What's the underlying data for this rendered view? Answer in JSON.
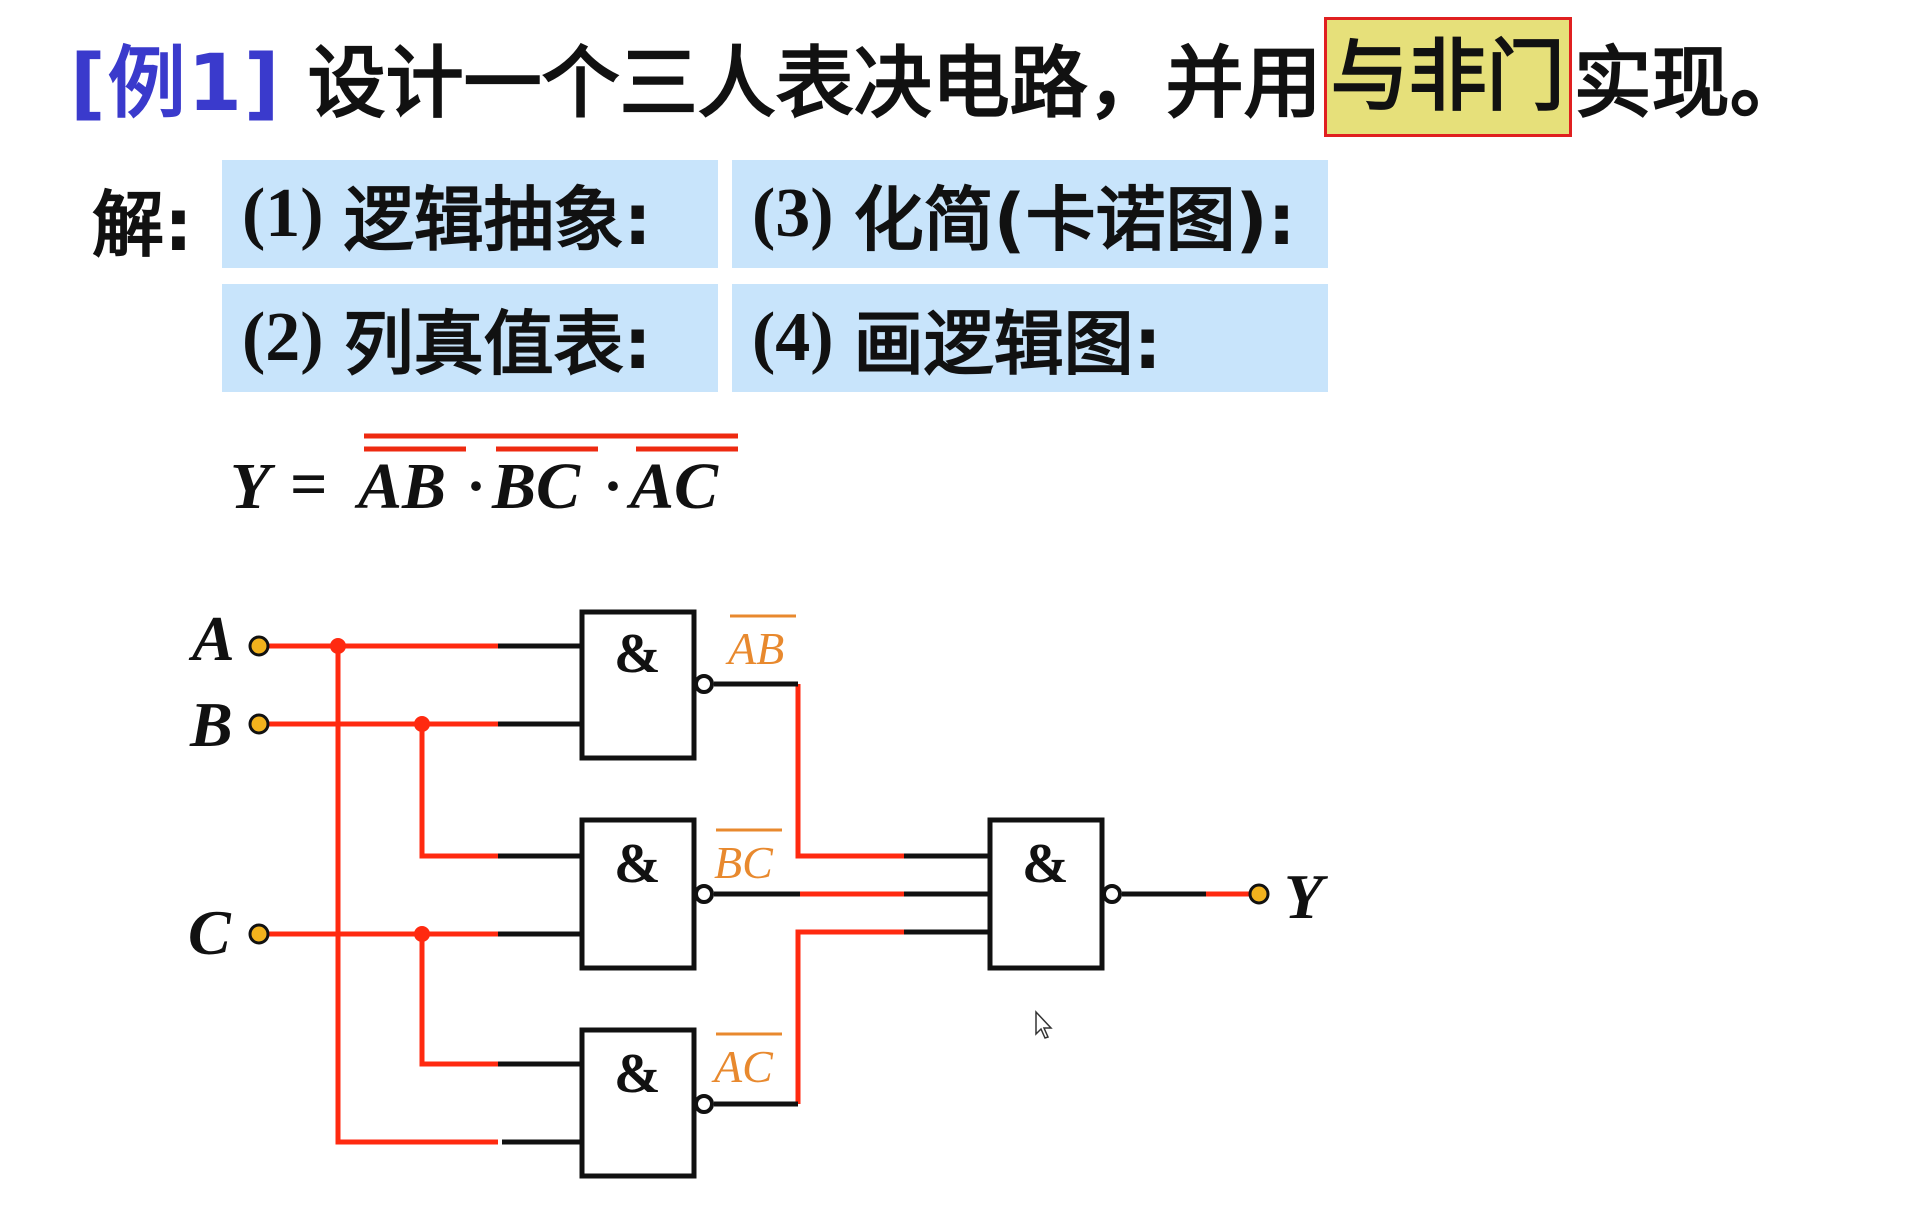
{
  "title": {
    "tag": "[例1]",
    "text_before": "设计一个三人表决电路，并用",
    "highlight": "与非门",
    "text_after": "实现。"
  },
  "solution": {
    "label": "解:",
    "steps": [
      {
        "num": "(1)",
        "text": "逻辑抽象:"
      },
      {
        "num": "(2)",
        "text": "列真值表:"
      },
      {
        "num": "(3)",
        "text": "化简(卡诺图):"
      },
      {
        "num": "(4)",
        "text": "画逻辑图:"
      }
    ]
  },
  "formula": {
    "lhs": "Y",
    "eq": "=",
    "dot": "·",
    "terms": [
      "AB",
      "BC",
      "AC"
    ]
  },
  "circuit": {
    "inputs": [
      "A",
      "B",
      "C"
    ],
    "output": "Y",
    "gate_symbol": "&",
    "intermediate_labels": [
      "AB",
      "BC",
      "AC"
    ]
  },
  "colors": {
    "tag": "#3a3acc",
    "highlight_fill": "#e6e07a",
    "highlight_border": "#e02020",
    "step_fill": "#c8e4fb",
    "wire_red": "#ff2a10",
    "wire_black": "#111111",
    "terminal": "#f2b21d",
    "label_orange": "#e8892e"
  }
}
